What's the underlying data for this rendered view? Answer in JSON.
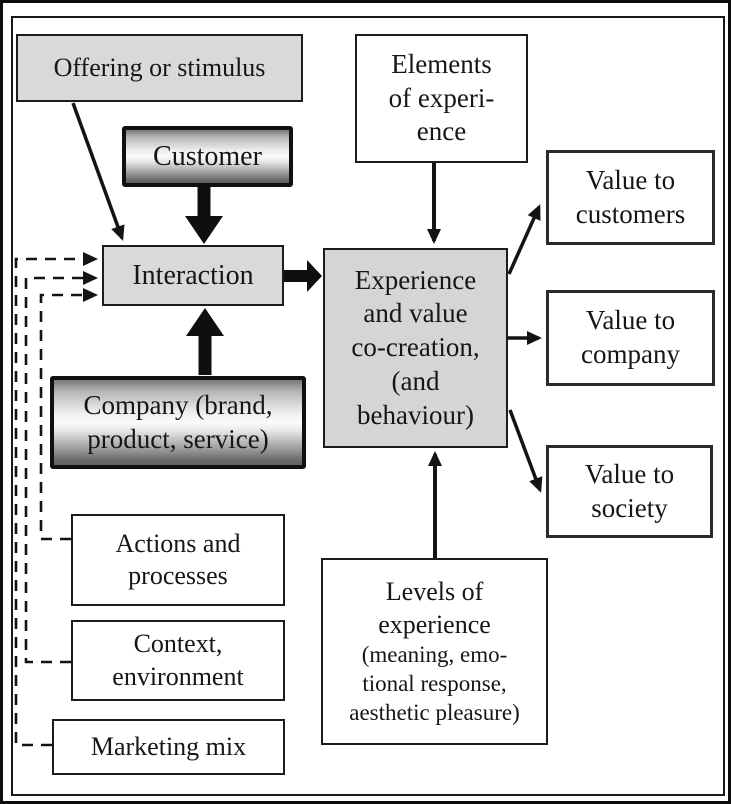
{
  "figure": {
    "type": "flow-diagram",
    "topic": "Experience and value co-creation model"
  },
  "colors": {
    "box_fill_gray": "#d9d9d9",
    "experience_fill": "#d5d5d5",
    "white_fill": "#ffffff",
    "line_color": "#141414",
    "gradient_top": "#787878",
    "gradient_middle": "#fbfbfb",
    "gradient_bottom": "#606060"
  },
  "nodes": {
    "offering": {
      "label": "Offering or stimulus"
    },
    "customer": {
      "label": "Customer"
    },
    "interaction": {
      "label": "Interaction"
    },
    "company": {
      "lines": [
        "Company (brand,",
        "product, service)"
      ]
    },
    "elements": {
      "lines": [
        "Elements",
        "of experi-",
        "ence"
      ]
    },
    "experience": {
      "lines": [
        "Experience",
        "and value",
        "co-creation,",
        "(and",
        "behaviour)"
      ]
    },
    "value_customers": {
      "lines": [
        "Value to",
        "customers"
      ]
    },
    "value_company": {
      "lines": [
        "Value to",
        "company"
      ]
    },
    "value_society": {
      "lines": [
        "Value to",
        "society"
      ]
    },
    "actions": {
      "lines": [
        "Actions and",
        "processes"
      ]
    },
    "context": {
      "lines": [
        "Context,",
        "environment"
      ]
    },
    "marketing": {
      "label": "Marketing mix"
    },
    "levels": {
      "lines_large": [
        "Levels of",
        "experience"
      ],
      "lines_small": [
        "(meaning, emo-",
        "tional response,",
        "aesthetic pleasure)"
      ]
    }
  },
  "edges": [
    {
      "from": "offering",
      "to": "interaction",
      "style": "solid-thin"
    },
    {
      "from": "customer",
      "to": "interaction",
      "style": "solid-thick"
    },
    {
      "from": "company",
      "to": "interaction",
      "style": "solid-thick"
    },
    {
      "from": "interaction",
      "to": "experience",
      "style": "solid-thick"
    },
    {
      "from": "elements",
      "to": "experience",
      "style": "solid-thin"
    },
    {
      "from": "levels",
      "to": "experience",
      "style": "solid-thin"
    },
    {
      "from": "experience",
      "to": "value_customers",
      "style": "solid-thin"
    },
    {
      "from": "experience",
      "to": "value_company",
      "style": "solid-thin"
    },
    {
      "from": "experience",
      "to": "value_society",
      "style": "solid-thin"
    },
    {
      "from": "actions",
      "to": "interaction",
      "style": "dashed"
    },
    {
      "from": "context",
      "to": "interaction",
      "style": "dashed"
    },
    {
      "from": "marketing",
      "to": "interaction",
      "style": "dashed"
    }
  ]
}
